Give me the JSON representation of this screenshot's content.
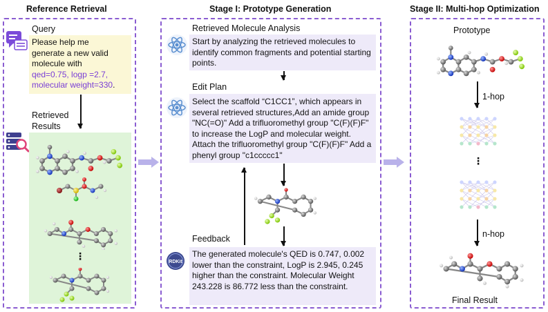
{
  "panels": {
    "reference": {
      "title": "Reference Retrieval"
    },
    "stage1": {
      "title": "Stage I: Prototype Generation"
    },
    "stage2": {
      "title": "Stage II: Multi-hop Optimization"
    }
  },
  "reference": {
    "query_label": "Query",
    "query_line1": "Please help me",
    "query_line2": "generate a new valid",
    "query_line3": "molecule with",
    "query_hl1": "qed=0.75, logp =2.7,",
    "query_hl2": "molecular weight=330",
    "query_end": ".",
    "retrieved_label_1": "Retrieved",
    "retrieved_label_2": "Results",
    "dots": "⋮"
  },
  "stage1": {
    "analysis_label": "Retrieved Molecule Analysis",
    "analysis_text": "Start by analyzing the retrieved molecules to identify common fragments and potential starting points.",
    "edit_label": "Edit Plan",
    "edit_text": "Select the scaffold “C1CC1”, which appears in several retrieved structures,Add an amide group \"NC(=O)\" Add a trifluoromethyl group \"C(F)(F)F\" to increase the LogP and molecular weight. Attach the trifluoromethyl group \"C(F)(F)F\" Add a phenyl group \"c1ccccc1\"",
    "feedback_label": "Feedback",
    "rdkit_label": "RDKit",
    "feedback_text": "The generated molecule's QED is 0.747, 0.002 lower than the constraint, LogP is 2.945, 0.245 higher than the constraint. Molecular Weight 243.228 is 86.772 less than the constraint."
  },
  "stage2": {
    "prototype_label": "Prototype",
    "hop1_label": "1-hop",
    "hopn_label": "n-hop",
    "dots": "⋮",
    "final_label": "Final Result"
  },
  "colors": {
    "dash_border": "#8a5cd1",
    "highlight": "#7a3fd6",
    "query_bg": "#fbf7d6",
    "results_bg": "#dff4d9",
    "text_bg": "#eeeaf9",
    "flow_arrow": "#b9b2ea"
  },
  "icons": {
    "query": "chat-form-icon",
    "retrieval": "database-search-icon",
    "llm": "atom-icon",
    "rdkit": "rdkit-badge-icon"
  }
}
